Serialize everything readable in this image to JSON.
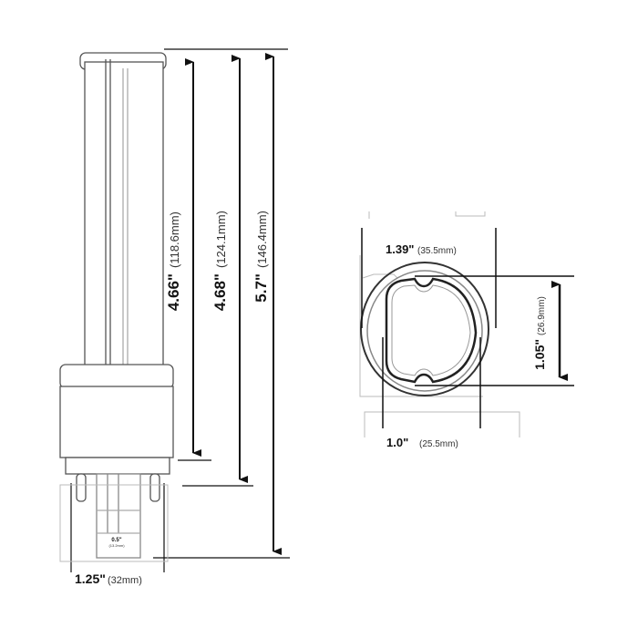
{
  "side_view": {
    "dims": [
      {
        "inch": "4.66\"",
        "mm": "(118.6mm)"
      },
      {
        "inch": "4.68\"",
        "mm": "(124.1mm)"
      },
      {
        "inch": "5.7\"",
        "mm": "(146.4mm)"
      }
    ],
    "base_width": {
      "inch": "1.25\"",
      "mm": "(32mm)"
    },
    "pin_label": {
      "inch": "0.5\"",
      "mm": "(13.2mm)"
    }
  },
  "end_view": {
    "outer_width": {
      "inch": "1.39\"",
      "mm": "(35.5mm)"
    },
    "inner_width": {
      "inch": "1.0\"",
      "mm": "(25.5mm)"
    },
    "height": {
      "inch": "1.05\"",
      "mm": "(26.9mm)"
    }
  }
}
